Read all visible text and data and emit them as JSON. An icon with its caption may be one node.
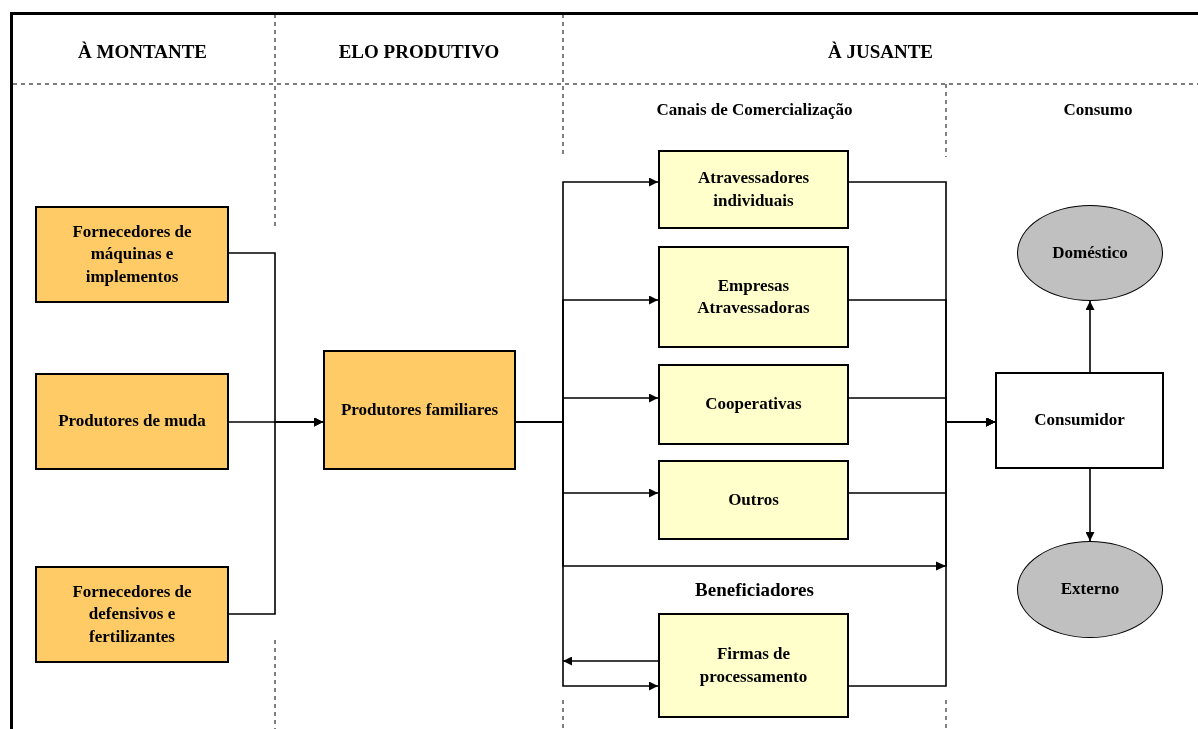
{
  "diagram": {
    "nodes": [
      {
        "text": [
          "Fornecedores de máquinas e implementos"
        ]
      },
      {
        "text": [
          "Produtores de muda"
        ]
      },
      {
        "text": [
          "Fornecedores de defensivos e fertilizantes"
        ]
      },
      {
        "text": [
          "Produtores familiares"
        ]
      },
      {
        "text": [
          "Atravessadores individuais"
        ]
      },
      {
        "text": [
          "Empresas Atravessadoras"
        ]
      },
      {
        "text": [
          "Cooperativas"
        ]
      },
      {
        "text": [
          "Outros"
        ]
      },
      {
        "text": [
          "Firmas de processamento"
        ]
      },
      {
        "text": [
          "Consumidor"
        ]
      },
      {
        "text": [
          "Doméstico"
        ]
      },
      {
        "text": [
          "Externo"
        ]
      }
    ],
    "edges": [
      {
        "from": 0,
        "to": 3,
        "arrow": "to"
      },
      {
        "from": 1,
        "to": 3,
        "arrow": "to"
      },
      {
        "from": 2,
        "to": 3,
        "arrow": "to"
      },
      {
        "from": 3,
        "to": 4,
        "arrow": "to"
      },
      {
        "from": 3,
        "to": 5,
        "arrow": "to"
      },
      {
        "from": 3,
        "to": 6,
        "arrow": "to"
      },
      {
        "from": 3,
        "to": 7,
        "arrow": "to"
      },
      {
        "from": 3,
        "to": 8,
        "arrow": "to"
      },
      {
        "from": 8,
        "to": null,
        "arrow": "to"
      },
      {
        "from": 3,
        "to": 9,
        "arrow": "to"
      },
      {
        "from": 4,
        "to": 9,
        "arrow": "to"
      },
      {
        "from": 5,
        "to": 9,
        "arrow": "to"
      },
      {
        "from": 6,
        "to": 9,
        "arrow": "to"
      },
      {
        "from": 7,
        "to": 9,
        "arrow": "to"
      },
      {
        "from": 8,
        "to": 9,
        "arrow": "to"
      },
      {
        "from": 9,
        "to": 10,
        "arrow": "to"
      },
      {
        "from": 9,
        "to": 11,
        "arrow": "to"
      }
    ],
    "labels": [
      "À MONTANTE",
      "ELO PRODUTIVO",
      "À JUSANTE",
      "Canais de Comercialização",
      "Consumo",
      "Beneficiadores"
    ]
  }
}
